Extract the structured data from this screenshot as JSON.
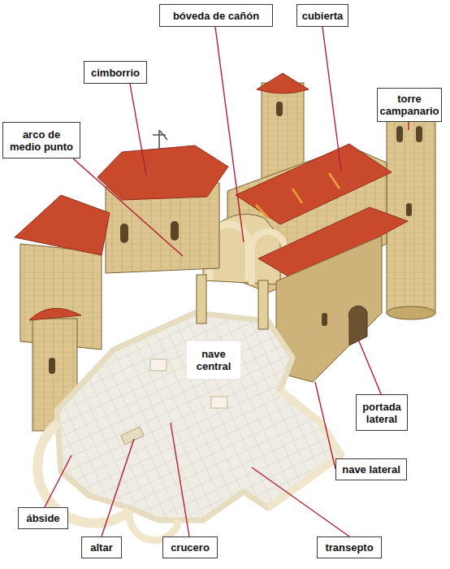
{
  "diagram": {
    "nodes": [
      {
        "text": [
          "bóveda de cañón"
        ]
      },
      {
        "text": [
          "cubierta"
        ]
      },
      {
        "text": [
          "cimborrio"
        ]
      },
      {
        "text": [
          "torre campanario"
        ]
      },
      {
        "text": [
          "arco de medio punto"
        ]
      },
      {
        "text": [
          "nave central"
        ]
      },
      {
        "text": [
          "portada lateral"
        ]
      },
      {
        "text": [
          "nave lateral"
        ]
      },
      {
        "text": [
          "ábside"
        ]
      },
      {
        "text": [
          "altar"
        ]
      },
      {
        "text": [
          "crucero"
        ]
      },
      {
        "text": [
          "transepto"
        ]
      }
    ],
    "edges": []
  }
}
